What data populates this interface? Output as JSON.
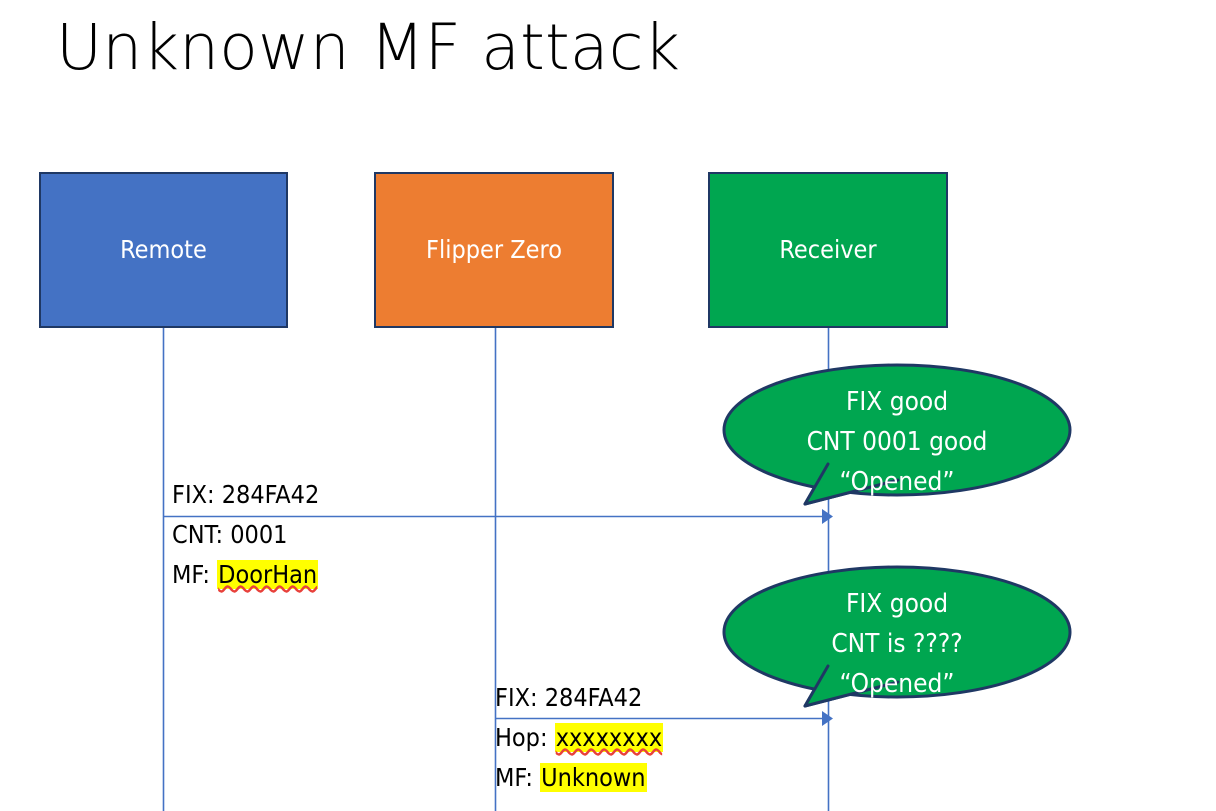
{
  "slide": {
    "title": "Unknown MF attack",
    "background_color": "#FFFFFF"
  },
  "colors": {
    "remote_fill": "#4472C4",
    "flipper_fill": "#ED7D31",
    "receiver_fill": "#00A650",
    "box_border": "#1F3864",
    "lifeline": "#4472C4",
    "arrow": "#4472C4",
    "highlight": "#FFFF00",
    "spellcheck_underline": "#E8413B",
    "box_label_text": "#FFFFFF",
    "body_text": "#000000"
  },
  "actors": [
    {
      "id": "remote",
      "label": "Remote"
    },
    {
      "id": "flipper",
      "label": "Flipper Zero"
    },
    {
      "id": "receiver",
      "label": "Receiver"
    }
  ],
  "messages": [
    {
      "id": "remote-to-receiver",
      "from": "remote",
      "to": "receiver",
      "lines": [
        {
          "label": "FIX: ",
          "value": "284FA42",
          "highlight": false,
          "spellcheck_error": false
        },
        {
          "label": "CNT: ",
          "value": "0001",
          "highlight": false,
          "spellcheck_error": false
        },
        {
          "label": "MF: ",
          "value": "DoorHan",
          "highlight": true,
          "spellcheck_error": true
        }
      ]
    },
    {
      "id": "flipper-to-receiver",
      "from": "flipper",
      "to": "receiver",
      "lines": [
        {
          "label": "FIX: ",
          "value": "284FA42",
          "highlight": false,
          "spellcheck_error": false
        },
        {
          "label": "Hop: ",
          "value": "xxxxxxxx",
          "highlight": true,
          "spellcheck_error": true
        },
        {
          "label": "MF: ",
          "value": "Unknown",
          "highlight": true,
          "spellcheck_error": false
        }
      ]
    }
  ],
  "callouts": [
    {
      "id": "callout-1",
      "owner": "receiver",
      "lines": [
        "FIX good",
        "CNT 0001 good",
        "“Opened”"
      ]
    },
    {
      "id": "callout-2",
      "owner": "receiver",
      "lines": [
        "FIX good",
        "CNT is ????",
        "“Opened”"
      ]
    }
  ]
}
